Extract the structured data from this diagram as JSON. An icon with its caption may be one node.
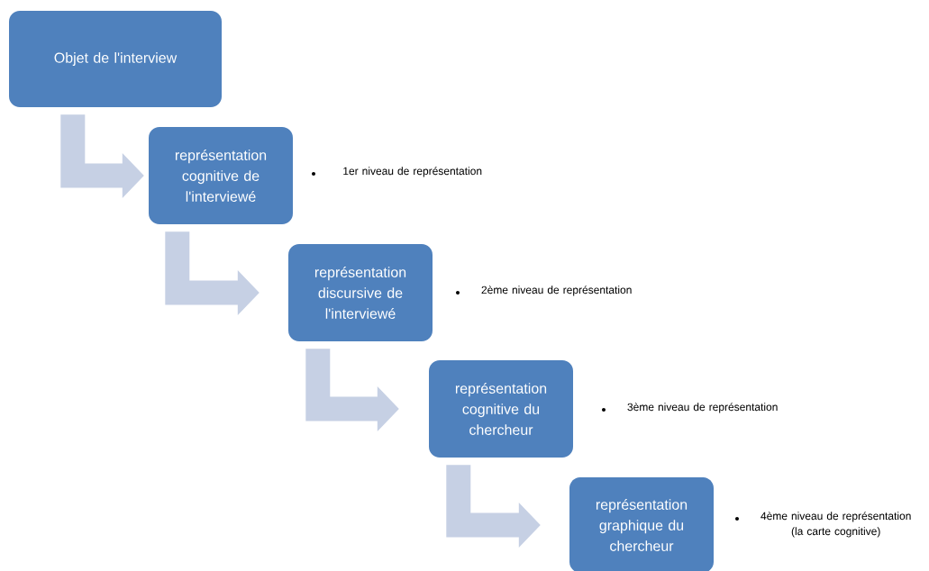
{
  "diagram": {
    "nodes": [
      {
        "text": [
          "Objet de l'interview"
        ]
      },
      {
        "text": [
          "représentation cognitive de l'interviewé"
        ]
      },
      {
        "text": [
          "représentation discursive de l'interviewé"
        ]
      },
      {
        "text": [
          "représentation cognitive du chercheur"
        ]
      },
      {
        "text": [
          "représentation graphique du chercheur"
        ]
      }
    ],
    "edges": [
      {
        "from": 0,
        "to": 1,
        "arrow": "to"
      },
      {
        "from": 1,
        "to": 2,
        "arrow": "to"
      },
      {
        "from": 2,
        "to": 3,
        "arrow": "to"
      },
      {
        "from": 3,
        "to": 4,
        "arrow": "to"
      }
    ],
    "labels": [
      "1er niveau de représentation",
      "2ème niveau de représentation",
      "3ème niveau de représentation",
      "4ème niveau de représentation (la carte cognitive)"
    ]
  }
}
